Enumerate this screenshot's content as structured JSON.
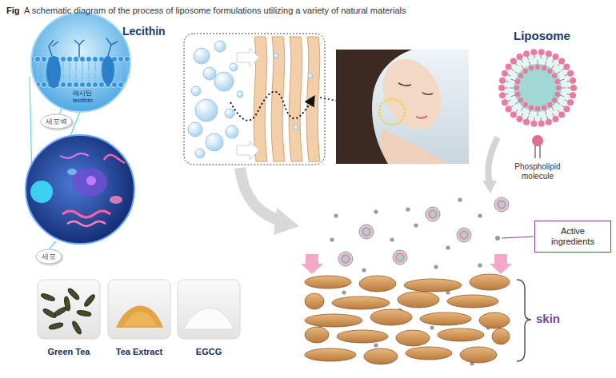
{
  "diagram": {
    "title": "A schematic diagram of the process of liposome formulations utilizing a variety of natural materials",
    "nodes": [
      {
        "text": [
          "Lecithin",
          "레시틴 lecithin"
        ]
      },
      {
        "text": [
          "세포벽"
        ]
      },
      {
        "text": [
          "세포"
        ]
      },
      {
        "text": [
          "Liposome"
        ]
      },
      {
        "text": [
          "Active ingredients"
        ]
      }
    ],
    "edges": [
      {
        "from": 1,
        "to": 0,
        "arrow": "none"
      }
    ],
    "labels": [
      "Fig",
      "Green Tea",
      "Tea Extract",
      "EGCG",
      "Phospholipid molecule",
      "skin"
    ]
  }
}
